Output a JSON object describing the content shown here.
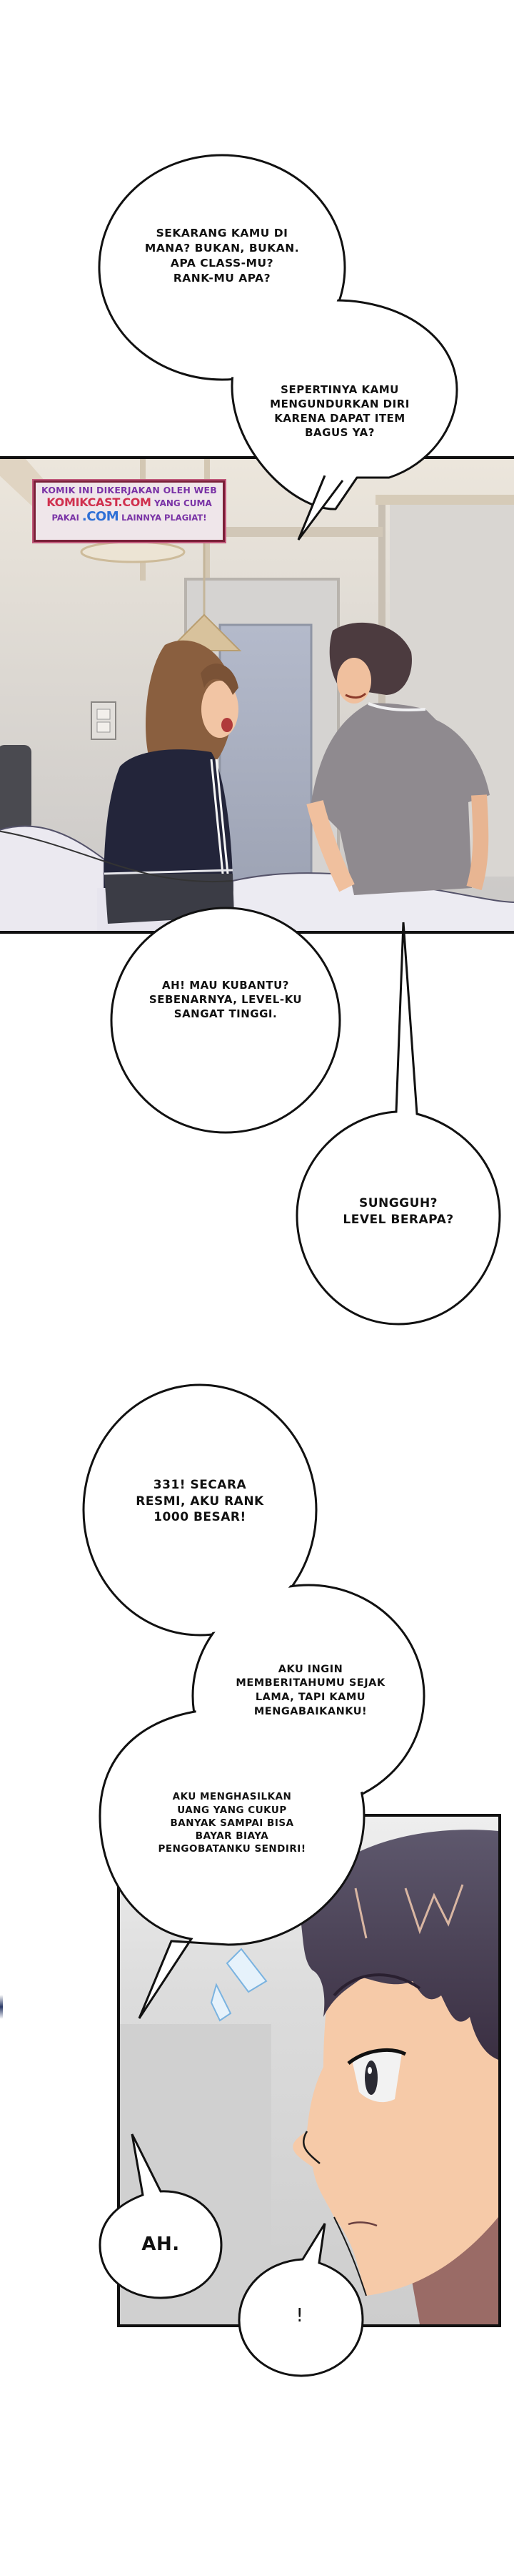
{
  "page": {
    "type": "webtoon-comic-page",
    "background": "#ffffff"
  },
  "watermark": {
    "line1": "KOMIK INI DIKERJAKAN OLEH WEB",
    "site": "KOMIKCAST.COM",
    "line2_rest": "YANG CUMA",
    "line3_prefix": "PAKAI",
    "com": ".COM",
    "line3_suffix": "LAINNYA PLAGIAT!",
    "colors": {
      "purple": "#7a33a6",
      "red": "#d0304e",
      "blue": "#2e6fd6",
      "border": "#7a2038"
    }
  },
  "panels": [
    {
      "id": "panel-1",
      "description": "Hospital room: brown-haired girl in dark tracksuit and brown-haired boy in grey t-shirt sitting on a bed, door in background, pendant lamp",
      "colors": {
        "wall": "#d9d6d1",
        "door": "#a9b0c2",
        "jacket": "#23253a",
        "shirt": "#8f8a8f",
        "hair": "#7a5538",
        "boy_hair": "#4a3a3e",
        "sheet": "#eceaf1"
      }
    },
    {
      "id": "panel-2",
      "description": "Close-up profile of the boy's face looking left, surprised, grey background",
      "colors": {
        "background": "#cfcfcf",
        "skin": "#f5c9a8",
        "hair": "#3f3448",
        "neck_shadow": "#9a6b66"
      }
    }
  ],
  "bubbles": [
    {
      "id": "b1",
      "lines": [
        "SEKARANG KAMU DI",
        "MANA? BUKAN, BUKAN.",
        "APA CLASS-MU?",
        "RANK-MU APA?"
      ]
    },
    {
      "id": "b2",
      "lines": [
        "SEPERTINYA KAMU",
        "MENGUNDURKAN DIRI",
        "KARENA DAPAT ITEM",
        "BAGUS YA?"
      ]
    },
    {
      "id": "b3",
      "lines": [
        "AH! MAU KUBANTU?",
        "SEBENARNYA, LEVEL-KU",
        "SANGAT TINGGI."
      ]
    },
    {
      "id": "b4",
      "lines": [
        "SUNGGUH?",
        "LEVEL BERAPA?"
      ]
    },
    {
      "id": "b5",
      "lines": [
        "331! SECARA",
        "RESMI, AKU RANK",
        "1000 BESAR!"
      ]
    },
    {
      "id": "b6",
      "lines": [
        "AKU INGIN",
        "MEMBERITAHUMU SEJAK",
        "LAMA, TAPI KAMU",
        "MENGABAIKANKU!"
      ]
    },
    {
      "id": "b7",
      "lines": [
        "AKU MENGHASILKAN",
        "UANG YANG CUKUP",
        "BANYAK SAMPAI BISA",
        "BAYAR BIAYA",
        "PENGOBATANKU SENDIRI!"
      ]
    },
    {
      "id": "b8",
      "lines": [
        "AH."
      ]
    },
    {
      "id": "b9",
      "lines": [
        "!"
      ]
    }
  ]
}
